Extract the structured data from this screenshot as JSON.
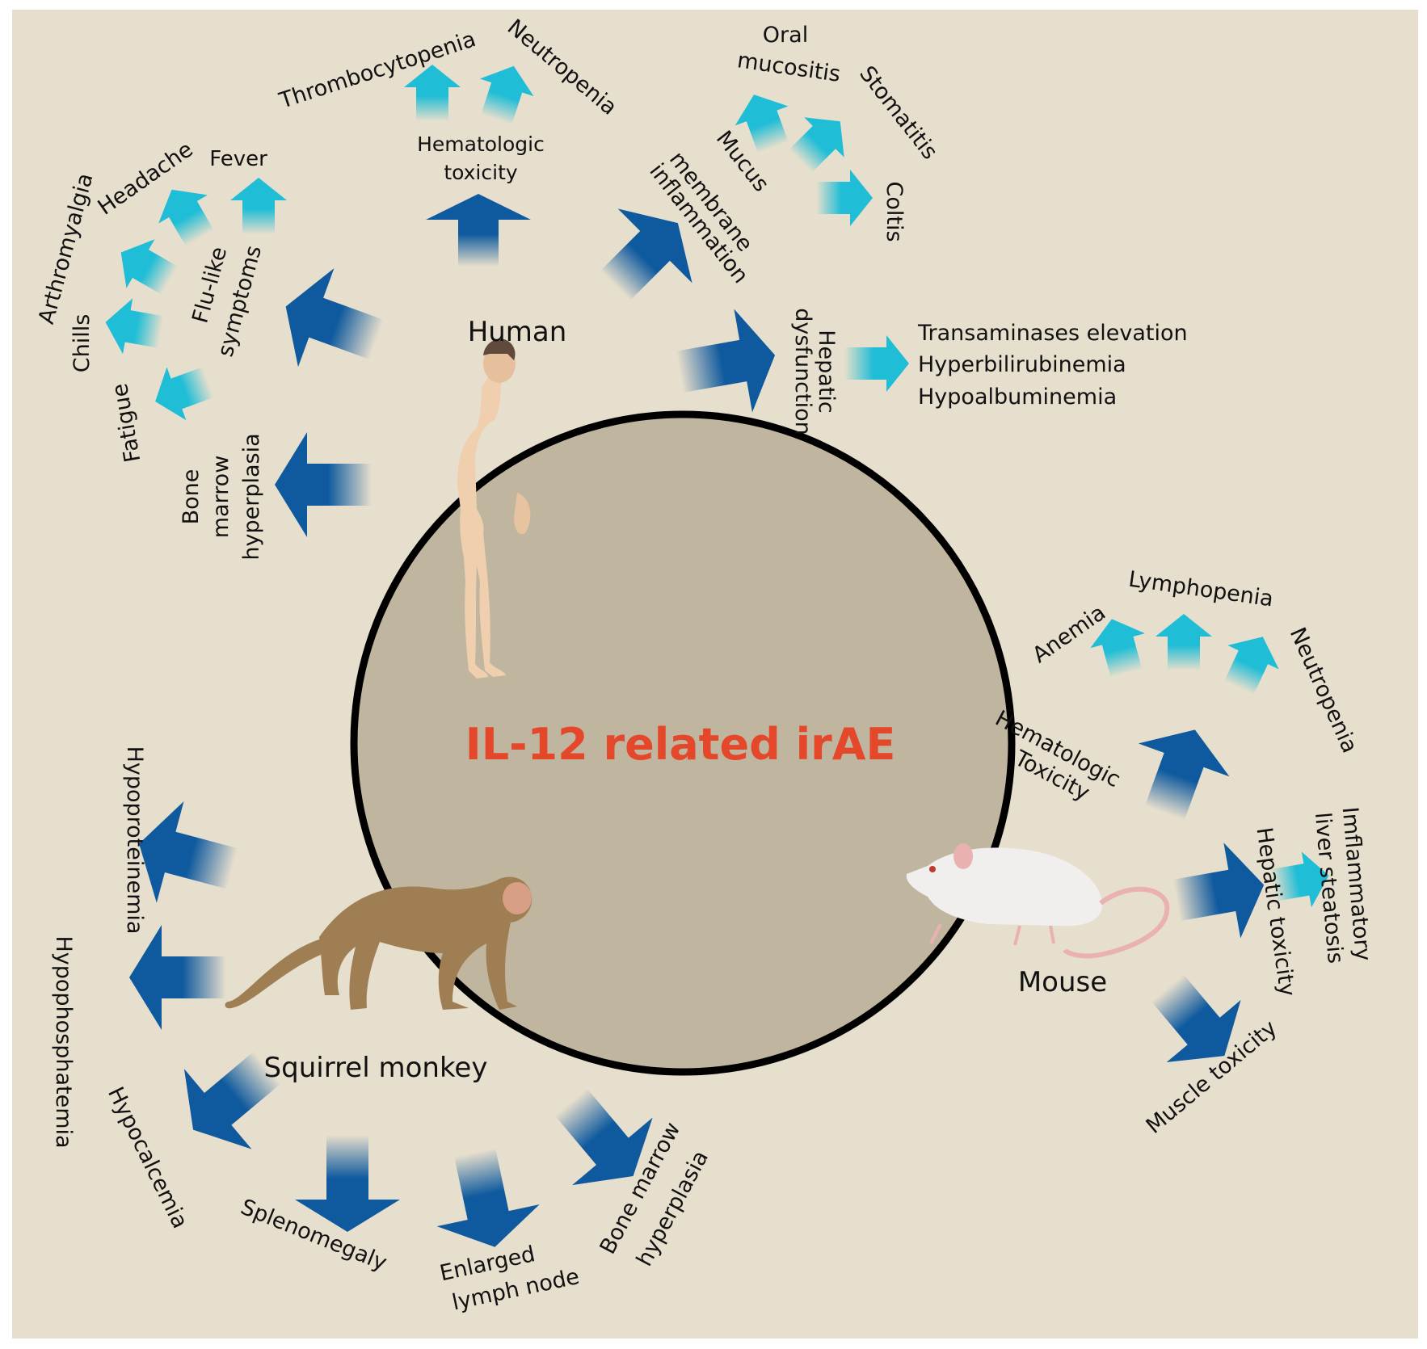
{
  "title": "IL-12 related irAE",
  "colors": {
    "background": "#e7dfcd",
    "circle_fill": "#c0b6a0",
    "circle_stroke": "#000000",
    "title": "#e4472a",
    "arrow_dark": "#0f5a9e",
    "arrow_light": "#1fbdd6",
    "human_skin": "#efcfae",
    "monkey_fur": "#a07e54",
    "mouse_body": "#f1efed",
    "mouse_pink": "#e9b1b1"
  },
  "species": {
    "human": "Human",
    "squirrel_monkey": "Squirrel monkey",
    "mouse": "Mouse"
  },
  "human": {
    "hematologic": {
      "label_1": "Hematologic",
      "label_2": "toxicity",
      "outcomes": [
        "Thrombocytopenia",
        "Neutropenia"
      ]
    },
    "mucus": {
      "label_1": "Mucus",
      "label_2": "membrane",
      "label_3": "inflammation",
      "outcomes": [
        "Oral",
        "mucositis",
        "Stomatitis",
        "Coltis"
      ]
    },
    "hepatic": {
      "label_1": "Hepatic",
      "label_2": "dysfunction",
      "outcomes": [
        "Transaminases elevation",
        "Hyperbilirubinemia",
        "Hypoalbuminemia"
      ]
    },
    "flu": {
      "label_1": "Flu-like",
      "label_2": "symptoms",
      "outcomes": [
        "Fever",
        "Headache",
        "Arthromyalgia",
        "Chills",
        "Fatigue"
      ]
    },
    "bone_marrow": {
      "label_1": "Bone",
      "label_2": "marrow",
      "label_3": "hyperplasia"
    }
  },
  "mouse": {
    "hematologic": {
      "label_1": "Hematologic",
      "label_2": "Toxicity",
      "outcomes": [
        "Anemia",
        "Lymphopenia",
        "Neutropenia"
      ]
    },
    "hepatic": {
      "label": "Hepatic toxicity",
      "outcome_1": "Imflammatory",
      "outcome_2": "liver steatosis"
    },
    "muscle": {
      "label": "Muscle toxicity"
    }
  },
  "monkey": {
    "effects": [
      "Hypoproteinemia",
      "Hypophosphatemia",
      "Hypocalcemia",
      "Splenomegaly"
    ],
    "lymph_1": "Enlarged",
    "lymph_2": "lymph node",
    "bone_1": "Bone marrow",
    "bone_2": "hyperplasia"
  }
}
